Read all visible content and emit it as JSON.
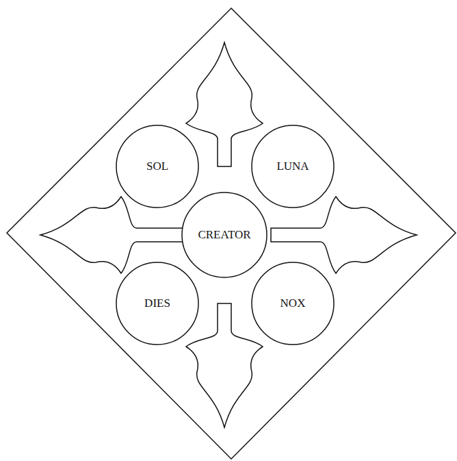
{
  "diagram": {
    "nodes": [
      {
        "text": [
          "SOL"
        ]
      },
      {
        "text": [
          "LUNA"
        ]
      },
      {
        "text": [
          "CREATOR"
        ]
      },
      {
        "text": [
          "DIES"
        ]
      },
      {
        "text": [
          "NOX"
        ]
      }
    ]
  }
}
